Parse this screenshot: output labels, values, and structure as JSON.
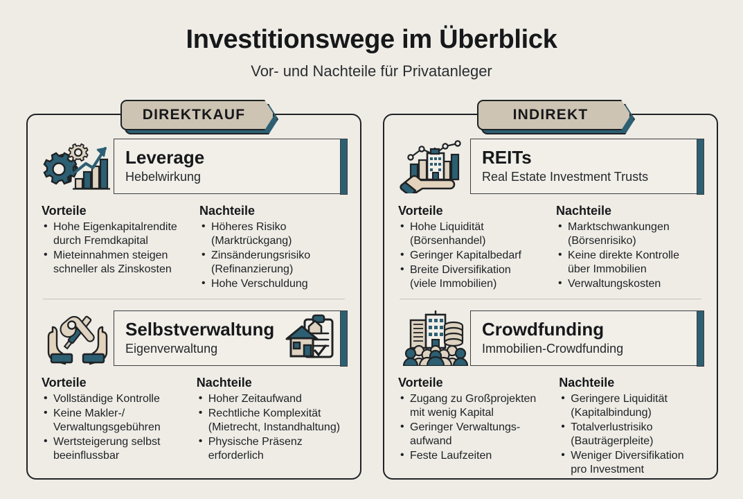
{
  "header": {
    "title": "Investitionswege im Überblick",
    "subtitle": "Vor- und Nachteile für Privatanleger"
  },
  "labels": {
    "pros": "Vorteile",
    "cons": "Nachteile"
  },
  "colors": {
    "background": "#efece6",
    "ink": "#16181a",
    "teal": "#2d5f73",
    "tan": "#cdc4b4",
    "sand": "#ded2c0"
  },
  "panels": [
    {
      "badge": "DIREKTKAUF",
      "sections": [
        {
          "icon": "gears-growth-chart-icon",
          "title": "Leverage",
          "subtitle": "Hebelwirkung",
          "pros": [
            [
              "Hohe Eigenkapitalrendite",
              "durch Fremdkapital"
            ],
            [
              "Mieteinnahmen steigen",
              "schneller als Zinskosten"
            ]
          ],
          "cons": [
            [
              "Höheres Risiko",
              "(Marktrückgang)"
            ],
            [
              "Zinsänderungsrisiko",
              "(Refinanzierung)"
            ],
            [
              "Hohe Verschuldung"
            ]
          ]
        },
        {
          "icon": "hands-tools-icon",
          "overlay_icon": "house-clipboard-icon",
          "title": "Selbstverwaltung",
          "subtitle": "Eigenverwaltung",
          "pros": [
            [
              "Vollständige Kontrolle"
            ],
            [
              "Keine Makler-/",
              "Verwaltungsgebühren"
            ],
            [
              "Wertsteigerung selbst",
              "beeinflussbar"
            ]
          ],
          "cons": [
            [
              "Hoher Zeitaufwand"
            ],
            [
              "Rechtliche Komplexität",
              "(Mietrecht, Instandhaltung)"
            ],
            [
              "Physische Präsenz",
              "erforderlich"
            ]
          ]
        }
      ]
    },
    {
      "badge": "INDIREKT",
      "sections": [
        {
          "icon": "hand-building-chart-icon",
          "title": "REITs",
          "subtitle": "Real Estate Investment Trusts",
          "pros": [
            [
              "Hohe Liquidität",
              "(Börsenhandel)"
            ],
            [
              "Geringer Kapitalbedarf"
            ],
            [
              "Breite Diversifikation",
              "(viele Immobilien)"
            ]
          ],
          "cons": [
            [
              "Marktschwankungen",
              "(Börsenrisiko)"
            ],
            [
              "Keine direkte Kontrolle",
              "über Immobilien"
            ],
            [
              "Verwaltungskosten"
            ]
          ]
        },
        {
          "icon": "building-coins-crowd-icon",
          "title": "Crowdfunding",
          "subtitle": "Immobilien-Crowdfunding",
          "pros": [
            [
              "Zugang zu Großprojekten",
              "mit wenig Kapital"
            ],
            [
              "Geringer Verwaltungs-",
              "aufwand"
            ],
            [
              "Feste Laufzeiten"
            ]
          ],
          "cons": [
            [
              "Geringere Liquidität",
              "(Kapitalbindung)"
            ],
            [
              "Totalverlustrisiko",
              "(Bauträgerpleite)"
            ],
            [
              "Weniger Diversifikation",
              "pro Investment"
            ]
          ]
        }
      ]
    }
  ]
}
